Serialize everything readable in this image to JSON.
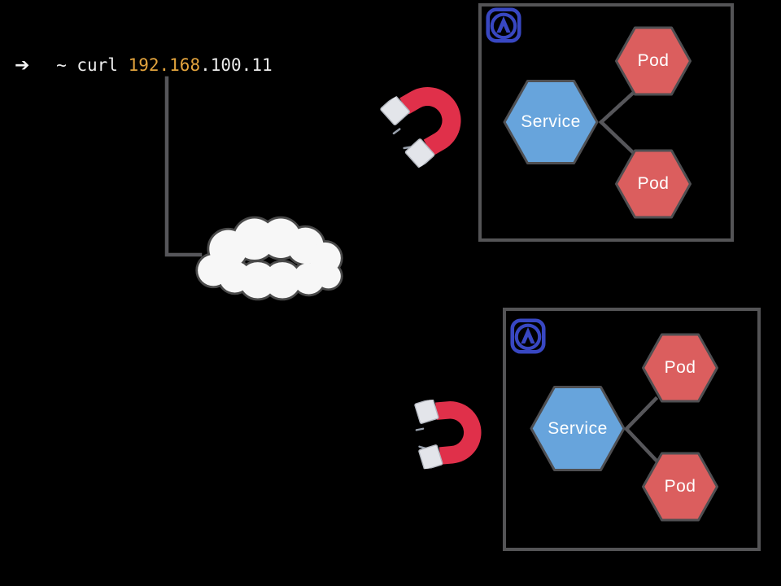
{
  "colors": {
    "background": "#000000",
    "terminal_text": "#ECECEC",
    "ip_highlight": "#E2A33D",
    "connector": "#56565A",
    "box_border": "#545456",
    "service_fill": "#67A4DC",
    "pod_fill": "#DB5E5E",
    "hex_stroke": "#4F4F52",
    "hex_label": "#FFFFFF",
    "k8s_blue": "#3847C2",
    "magnet_red": "#E0304A",
    "magnet_tip": "#E3E5EA",
    "magnet_tip_stroke": "#B6BAC2",
    "sparkle": "#98A0AC",
    "cloud_fill": "#F7F7F7",
    "cloud_stroke": "#4A4A4A"
  },
  "terminal": {
    "prompt_icon": "➔",
    "before_ip": " ~ curl ",
    "ip_highlight": "192.168",
    "ip_rest": ".100.11"
  },
  "icons": {
    "prompt_arrow": "right-arrow",
    "cloud": "network-cloud",
    "magnet": "horseshoe-magnet",
    "kubernetes": "kubernetes-helm-logo"
  },
  "clusters": {
    "top": {
      "service_label": "Service",
      "pods": [
        "Pod",
        "Pod"
      ]
    },
    "bottom": {
      "service_label": "Service",
      "pods": [
        "Pod",
        "Pod"
      ]
    }
  }
}
